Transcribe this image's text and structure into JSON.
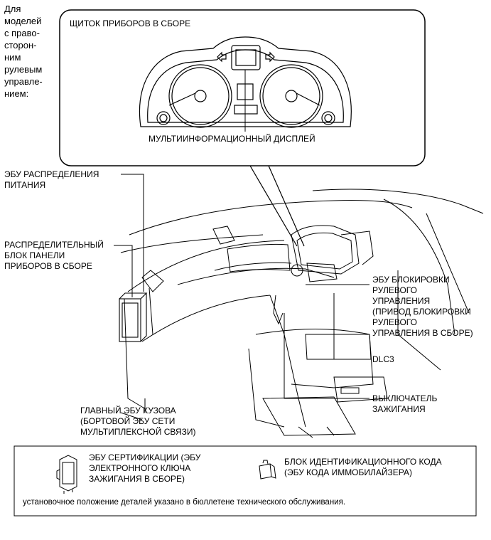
{
  "side_note": "Для\nмоделей\nс право-\nсторон-\nним\nрулевым\nуправле-\nнием:",
  "callout": {
    "title": "ЩИТОК ПРИБОРОВ В СБОРЕ",
    "display_label": "МУЛЬТИИНФОРМАЦИОННЫЙ ДИСПЛЕЙ"
  },
  "labels": {
    "power_ecu": "ЭБУ РАСПРЕДЕЛЕНИЯ\nПИТАНИЯ",
    "junction_block": "РАСПРЕДЕЛИТЕЛЬНЫЙ\nБЛОК ПАНЕЛИ\nПРИБОРОВ В СБОРЕ",
    "steering_lock": "ЭБУ БЛОКИРОВКИ\nРУЛЕВОГО\nУПРАВЛЕНИЯ\n(ПРИВОД БЛОКИРОВКИ\nРУЛЕВОГО\nУПРАВЛЕНИЯ В СБОРЕ)",
    "dlc3": "DLC3",
    "ignition": "ВЫКЛЮЧАТЕЛЬ\nЗАЖИГАНИЯ",
    "body_ecu": "ГЛАВНЫЙ ЭБУ КУЗОВА\n(БОРТОВОЙ ЭБУ СЕТИ\nМУЛЬТИПЛЕКСНОЙ СВЯЗИ)"
  },
  "legend": {
    "cert_ecu": "ЭБУ СЕРТИФИКАЦИИ (ЭБУ\nЭЛЕКТРОННОГО КЛЮЧА\nЗАЖИГАНИЯ В СБОРЕ)",
    "id_code": "БЛОК ИДЕНТИФИКАЦИОННОГО КОДА\n(ЭБУ КОДА ИММОБИЛАЙЗЕРА)",
    "footnote": "установочное положение деталей указано в бюллетене технического обслуживания."
  }
}
